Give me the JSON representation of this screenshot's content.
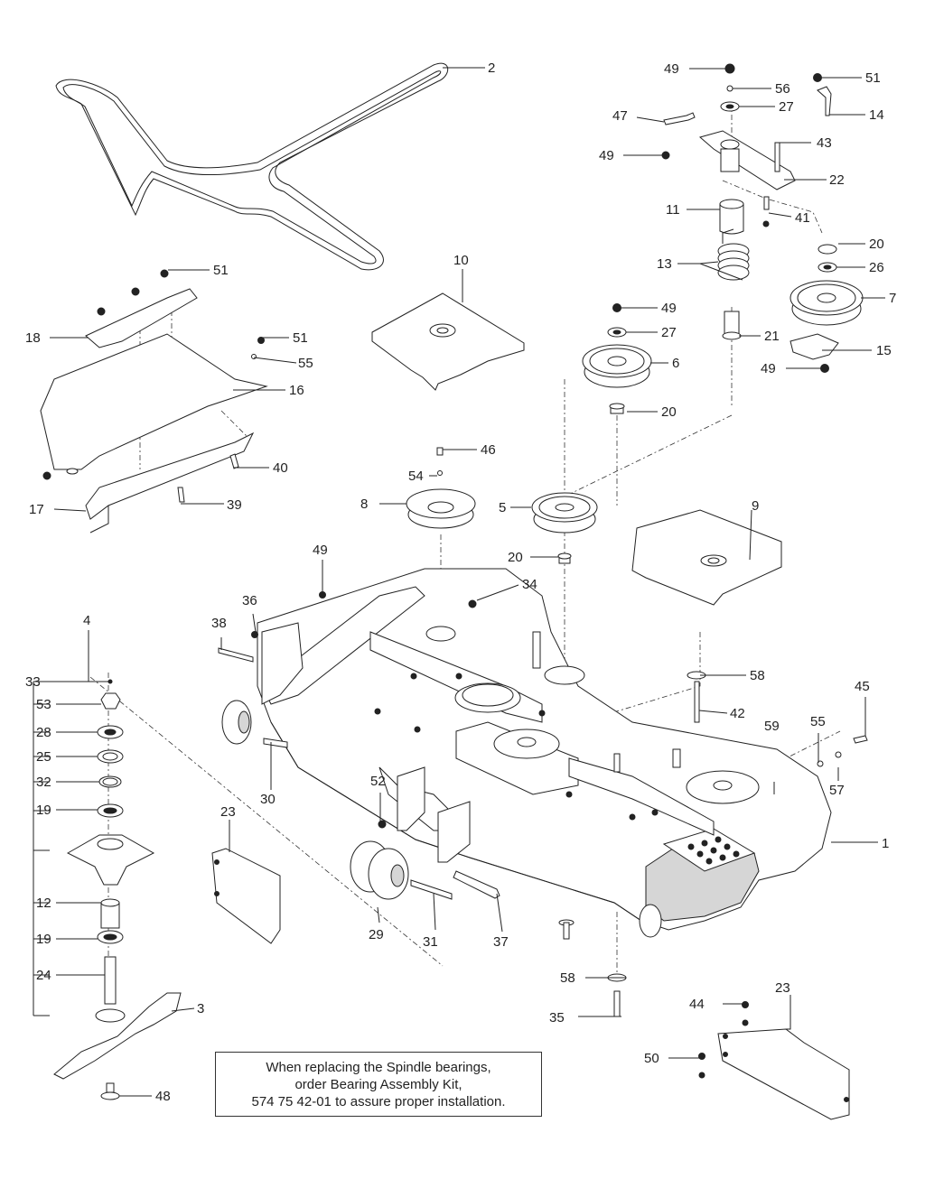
{
  "diagram": {
    "note": {
      "line1": "When replacing the Spindle bearings,",
      "line2": "order Bearing Assembly Kit,",
      "line3": "574 75 42-01 to assure proper installation."
    },
    "callouts": [
      {
        "id": "c1",
        "label": "1"
      },
      {
        "id": "c2",
        "label": "2"
      },
      {
        "id": "c3",
        "label": "3"
      },
      {
        "id": "c4",
        "label": "4"
      },
      {
        "id": "c5",
        "label": "5"
      },
      {
        "id": "c6",
        "label": "6"
      },
      {
        "id": "c7",
        "label": "7"
      },
      {
        "id": "c8",
        "label": "8"
      },
      {
        "id": "c9",
        "label": "9"
      },
      {
        "id": "c10",
        "label": "10"
      },
      {
        "id": "c11",
        "label": "11"
      },
      {
        "id": "c12",
        "label": "12"
      },
      {
        "id": "c13",
        "label": "13"
      },
      {
        "id": "c14",
        "label": "14"
      },
      {
        "id": "c15",
        "label": "15"
      },
      {
        "id": "c16",
        "label": "16"
      },
      {
        "id": "c17",
        "label": "17"
      },
      {
        "id": "c18",
        "label": "18"
      },
      {
        "id": "c19a",
        "label": "19"
      },
      {
        "id": "c19b",
        "label": "19"
      },
      {
        "id": "c20a",
        "label": "20"
      },
      {
        "id": "c20b",
        "label": "20"
      },
      {
        "id": "c20c",
        "label": "20"
      },
      {
        "id": "c21",
        "label": "21"
      },
      {
        "id": "c22",
        "label": "22"
      },
      {
        "id": "c23a",
        "label": "23"
      },
      {
        "id": "c23b",
        "label": "23"
      },
      {
        "id": "c24",
        "label": "24"
      },
      {
        "id": "c25",
        "label": "25"
      },
      {
        "id": "c26",
        "label": "26"
      },
      {
        "id": "c27a",
        "label": "27"
      },
      {
        "id": "c27b",
        "label": "27"
      },
      {
        "id": "c28",
        "label": "28"
      },
      {
        "id": "c29",
        "label": "29"
      },
      {
        "id": "c30",
        "label": "30"
      },
      {
        "id": "c31",
        "label": "31"
      },
      {
        "id": "c32",
        "label": "32"
      },
      {
        "id": "c33",
        "label": "33"
      },
      {
        "id": "c34",
        "label": "34"
      },
      {
        "id": "c35",
        "label": "35"
      },
      {
        "id": "c36",
        "label": "36"
      },
      {
        "id": "c37",
        "label": "37"
      },
      {
        "id": "c38",
        "label": "38"
      },
      {
        "id": "c39",
        "label": "39"
      },
      {
        "id": "c40",
        "label": "40"
      },
      {
        "id": "c41",
        "label": "41"
      },
      {
        "id": "c42",
        "label": "42"
      },
      {
        "id": "c43",
        "label": "43"
      },
      {
        "id": "c44",
        "label": "44"
      },
      {
        "id": "c45",
        "label": "45"
      },
      {
        "id": "c46",
        "label": "46"
      },
      {
        "id": "c47",
        "label": "47"
      },
      {
        "id": "c48",
        "label": "48"
      },
      {
        "id": "c49a",
        "label": "49"
      },
      {
        "id": "c49b",
        "label": "49"
      },
      {
        "id": "c49c",
        "label": "49"
      },
      {
        "id": "c49d",
        "label": "49"
      },
      {
        "id": "c49e",
        "label": "49"
      },
      {
        "id": "c50",
        "label": "50"
      },
      {
        "id": "c51a",
        "label": "51"
      },
      {
        "id": "c51b",
        "label": "51"
      },
      {
        "id": "c51c",
        "label": "51"
      },
      {
        "id": "c52",
        "label": "52"
      },
      {
        "id": "c53",
        "label": "53"
      },
      {
        "id": "c54",
        "label": "54"
      },
      {
        "id": "c55a",
        "label": "55"
      },
      {
        "id": "c55b",
        "label": "55"
      },
      {
        "id": "c56",
        "label": "56"
      },
      {
        "id": "c57",
        "label": "57"
      },
      {
        "id": "c58a",
        "label": "58"
      },
      {
        "id": "c58b",
        "label": "58"
      },
      {
        "id": "c59",
        "label": "59"
      }
    ]
  }
}
